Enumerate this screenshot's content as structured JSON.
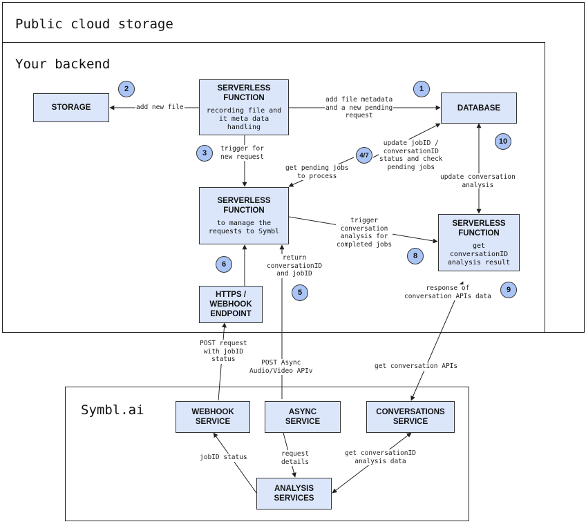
{
  "regions": {
    "public_cloud": "Public cloud storage",
    "backend": "Your backend",
    "symbl": "Symbl.ai"
  },
  "boxes": {
    "storage": {
      "title": "STORAGE"
    },
    "serverless_1": {
      "title": "SERVERLESS\nFUNCTION",
      "sub": "recording file and\nit meta data\nhandling"
    },
    "database": {
      "title": "DATABASE"
    },
    "serverless_2": {
      "title": "SERVERLESS\nFUNCTION",
      "sub": "to manage the\nrequests to Symbl"
    },
    "serverless_3": {
      "title": "SERVERLESS\nFUNCTION",
      "sub": "get\nconversationID\nanalysis result"
    },
    "https_endpoint": {
      "title": "HTTPS /\nWEBHOOK\nENDPOINT"
    },
    "webhook_service": {
      "title": "WEBHOOK\nSERVICE"
    },
    "async_service": {
      "title": "ASYNC\nSERVICE"
    },
    "conversations_service": {
      "title": "CONVERSATIONS\nSERVICE"
    },
    "analysis_services": {
      "title": "ANALYSIS\nSERVICES"
    }
  },
  "labels": {
    "add_new_file": "add new file",
    "add_file_metadata": "add file metadata\nand a new pending\nrequest",
    "trigger_new_request": "trigger for\nnew request",
    "update_jobid": "update jobID /\nconversationID\nstatus and check\npending jobs",
    "get_pending_jobs": "get pending jobs\nto process",
    "update_conversation": "update conversation\nanalysis",
    "trigger_conversation": "trigger\nconversation\nanalysis for\ncompleted jobs",
    "return_conversation_id": "return\nconversationID\nand jobID",
    "response_conversation": "response of\nconversation APIs data",
    "post_request": "POST request\nwith jobID\nstatus",
    "post_async": "POST Async\nAudio/Video APIv",
    "get_conversation_apis": "get conversation APIs",
    "jobid_status": "jobID status",
    "request_details": "request\ndetails",
    "get_conversation_id": "get conversationID\nanalysis data"
  },
  "badges": [
    "1",
    "2",
    "3",
    "4/7",
    "5",
    "6",
    "8",
    "9",
    "10"
  ]
}
